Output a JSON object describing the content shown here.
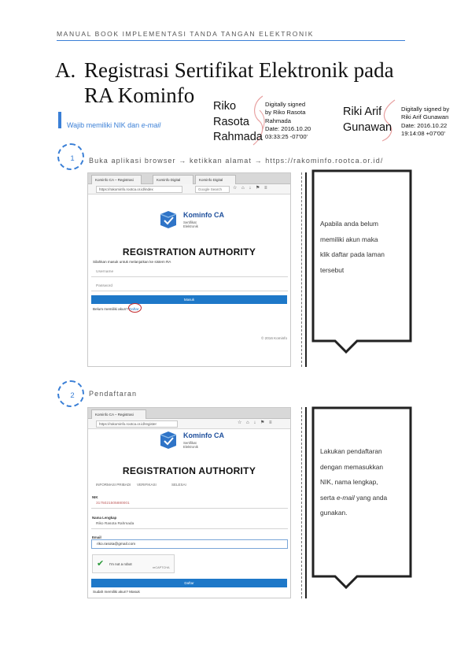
{
  "header": {
    "text": "MANUAL BOOK IMPLEMENTASI TANDA TANGAN ELEKTRONIK"
  },
  "title": {
    "letter": "A.",
    "line1": "Registrasi Sertifikat Elektronik pada",
    "line2": "RA Kominfo"
  },
  "signatures": [
    {
      "name_lines": [
        "Riko",
        "Rasota",
        "Rahmada"
      ],
      "detail_lines": [
        "Digitally signed",
        "by Riko Rasota",
        "Rahmada",
        "Date: 2016.10.20",
        "03:33:25 -07'00'"
      ]
    },
    {
      "name_lines": [
        "Riki Arif",
        "Gunawan"
      ],
      "detail_lines": [
        "Digitally signed by",
        "Riki Arif Gunawan",
        "Date: 2016.10.22",
        "19:14:08 +07'00'"
      ]
    }
  ],
  "subhead": {
    "text": "Wajib memiliki NIK dan ",
    "emphasis": "e-mail"
  },
  "steps": [
    {
      "number": "1",
      "text": "Buka aplikasi browser → ketikkan alamat → https://rakominfo.rootca.or.id/",
      "screenshot": {
        "tab1": "Kominfo CA – Registrasi",
        "tab2": "Kominfo Digital",
        "tab3": "Kominfo Digital",
        "url": "https://rakominfo.rootca.or.id/index",
        "search": "Google Search",
        "logo_title": "Kominfo CA",
        "logo_sub": [
          "Sertifikat",
          "Elektronik"
        ],
        "ra_title": "REGISTRATION AUTHORITY",
        "instruction": "Silahkan masuk untuk melanjutkan ke sistem RA",
        "username_placeholder": "Username",
        "password_placeholder": "Password",
        "login_button": "Masuk",
        "register_prompt": "Belum memiliki akun?",
        "register_link": "Daftar",
        "footer": "© 2016 Kominfo"
      },
      "callout": [
        "Apabila anda belum",
        "memiliki akun maka",
        "klik daftar pada laman",
        "tersebut"
      ]
    },
    {
      "number": "2",
      "text": "Pendaftaran",
      "screenshot": {
        "tab1": "Kominfo CA – Registrasi",
        "url": "https://rakominfo.rootca.or.id/register",
        "logo_title": "Kominfo CA",
        "logo_sub": [
          "Sertifikat",
          "Elektronik"
        ],
        "ra_title": "REGISTRATION AUTHORITY",
        "subtabs": [
          "INFORMASI PRIBADI",
          "VERIFIKASI",
          "SELESAI"
        ],
        "nik_label": "NIK",
        "nik_value": "3175021505880001",
        "name_label": "Nama Lengkap",
        "name_value": "Riko Rasota Rahmada",
        "email_label": "Email",
        "email_value": "riko.rasota@gmail.com",
        "captcha_label": "I'm not a robot",
        "captcha_brand": "reCAPTCHA",
        "submit_button": "Daftar",
        "footer": "Sudah memiliki akun? Masuk"
      },
      "callout_plain_1": [
        "Lakukan pendaftaran",
        "dengan memasukkan",
        "NIK, nama lengkap,"
      ],
      "callout_line4_pre": "serta ",
      "callout_line4_em": "e-mail",
      "callout_line4_post": " yang anda",
      "callout_line5": "gunakan."
    }
  ],
  "colors": {
    "accent": "#3a7fd6",
    "button": "#1e78c8",
    "highlight": "#c2282b",
    "logo": "#1e4f9c"
  },
  "icons": [
    "blue-shield-logo-icon",
    "check-icon",
    "signature-flourish-icon",
    "browser-toolbar-icons"
  ]
}
